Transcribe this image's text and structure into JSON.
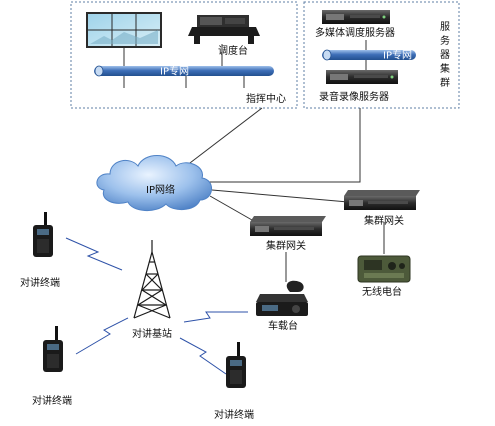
{
  "command_center": {
    "label": "指挥中心",
    "console_label": "调度台",
    "network_label": "IP专网"
  },
  "server_cluster": {
    "label_chars": [
      "服",
      "务",
      "器",
      "集",
      "群"
    ],
    "media_server_label": "多媒体调度服务器",
    "network_label": "IP专网",
    "recorder_label": "录音录像服务器"
  },
  "cloud": {
    "label": "IP网络"
  },
  "trunk_gateway_center": {
    "label": "集群网关"
  },
  "trunk_gateway_right": {
    "label": "集群网关"
  },
  "radio_station": {
    "label": "无线电台"
  },
  "vehicle_radio": {
    "label": "车载台"
  },
  "base_station": {
    "label": "对讲基站"
  },
  "terminals": [
    {
      "label": "对讲终端"
    },
    {
      "label": "对讲终端"
    },
    {
      "label": "对讲终端"
    }
  ],
  "colors": {
    "network_bar": "#3e6fb8",
    "cloud": "#6f9fd8",
    "dashed_border": "#5f7fa6",
    "line": "#333333"
  }
}
